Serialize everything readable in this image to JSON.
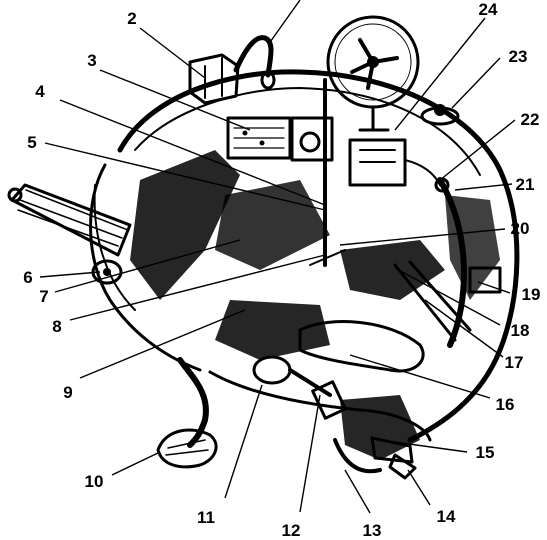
{
  "diagram": {
    "callouts": [
      {
        "id": "c1",
        "text": ""
      },
      {
        "id": "c2",
        "text": "2"
      },
      {
        "id": "c3",
        "text": "3"
      },
      {
        "id": "c4",
        "text": "4"
      },
      {
        "id": "c5",
        "text": "5"
      },
      {
        "id": "c6",
        "text": "6"
      },
      {
        "id": "c7",
        "text": "7"
      },
      {
        "id": "c8",
        "text": "8"
      },
      {
        "id": "c9",
        "text": "9"
      },
      {
        "id": "c10",
        "text": "10"
      },
      {
        "id": "c11",
        "text": "11"
      },
      {
        "id": "c12",
        "text": "12"
      },
      {
        "id": "c13",
        "text": "13"
      },
      {
        "id": "c14",
        "text": "14"
      },
      {
        "id": "c15",
        "text": "15"
      },
      {
        "id": "c16",
        "text": "16"
      },
      {
        "id": "c17",
        "text": "17"
      },
      {
        "id": "c18",
        "text": "18"
      },
      {
        "id": "c19",
        "text": "19"
      },
      {
        "id": "c20",
        "text": "20"
      },
      {
        "id": "c21",
        "text": "21"
      },
      {
        "id": "c22",
        "text": "22"
      },
      {
        "id": "c23",
        "text": "23"
      },
      {
        "id": "c24",
        "text": "24"
      }
    ]
  }
}
